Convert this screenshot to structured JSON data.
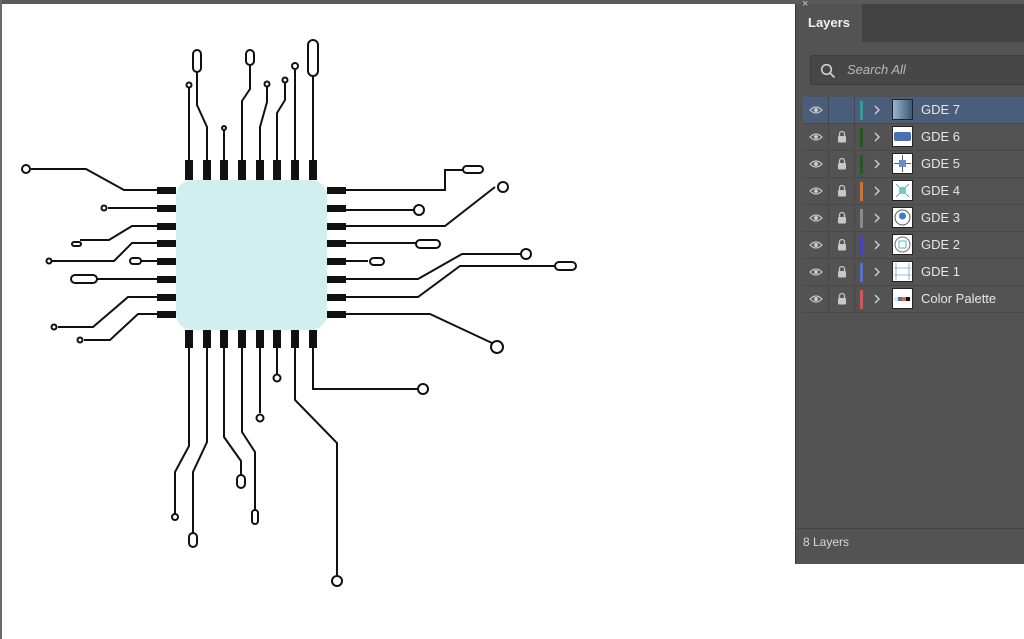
{
  "panel": {
    "tab_label": "Layers",
    "close_glyph": "×",
    "search": {
      "placeholder": "Search All",
      "value": ""
    },
    "footer": {
      "layer_count": "8 Layers"
    },
    "layers": [
      {
        "name": "GDE 7",
        "color": "#2aa198",
        "selected": true,
        "locked": false,
        "visible": true,
        "thumb": "gradient-icon"
      },
      {
        "name": "GDE 6",
        "color": "#1e5c1e",
        "selected": false,
        "locked": true,
        "visible": true,
        "thumb": "chip-body-icon"
      },
      {
        "name": "GDE 5",
        "color": "#1e5c1e",
        "selected": false,
        "locked": true,
        "visible": true,
        "thumb": "pins-icon"
      },
      {
        "name": "GDE 4",
        "color": "#e07020",
        "selected": false,
        "locked": true,
        "visible": true,
        "thumb": "traces-icon"
      },
      {
        "name": "GDE 3",
        "color": "#8a8a8a",
        "selected": false,
        "locked": true,
        "visible": true,
        "thumb": "circle-icon"
      },
      {
        "name": "GDE 2",
        "color": "#4040d8",
        "selected": false,
        "locked": true,
        "visible": true,
        "thumb": "outline-icon"
      },
      {
        "name": "GDE 1",
        "color": "#5070e8",
        "selected": false,
        "locked": true,
        "visible": true,
        "thumb": "guides-icon"
      },
      {
        "name": "Color Palette",
        "color": "#e05050",
        "selected": false,
        "locked": true,
        "visible": true,
        "thumb": "palette-icon"
      }
    ]
  },
  "artwork": {
    "chip_fill": "#d2efef",
    "stroke": "#111111"
  }
}
